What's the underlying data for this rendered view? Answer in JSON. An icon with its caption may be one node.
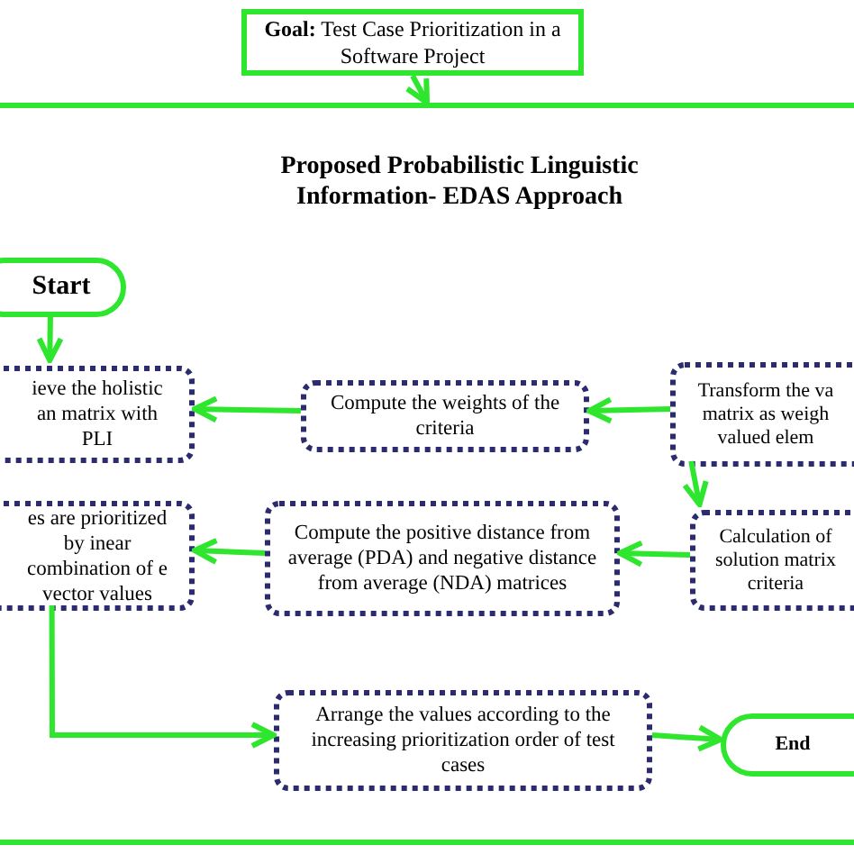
{
  "diagram": {
    "nodes": [
      {
        "text": [
          "**Goal:** Test Case Prioritization in a Software Project"
        ]
      },
      {
        "text": [
          "Proposed Probabilistic Linguistic Information- EDAS Approach"
        ]
      },
      {
        "text": [
          "Start"
        ],
        "in": 1
      },
      {
        "text": [
          "ieve the holistic an matrix with PLI"
        ],
        "in": 1
      },
      {
        "text": [
          "Compute the weights of the criteria"
        ],
        "in": 1
      },
      {
        "text": [
          "Transform the va matrix as weigh valued elem"
        ],
        "in": 1
      },
      {
        "text": [
          "Calculation of solution matrix criteria"
        ],
        "in": 1
      },
      {
        "text": [
          "Compute the positive distance from average (PDA) and negative distance from average (NDA) matrices"
        ],
        "in": 1
      },
      {
        "text": [
          "es are prioritized by inear combination of e vector values"
        ],
        "in": 1
      },
      {
        "text": [
          "Arrange the values according to the increasing prioritization order of test cases"
        ],
        "in": 1
      },
      {
        "text": [
          "End"
        ],
        "in": 1
      }
    ],
    "edges": [
      {
        "from": 0,
        "to": 1,
        "arrow": "to"
      },
      {
        "from": 2,
        "to": 3,
        "arrow": "to"
      },
      {
        "from": 5,
        "to": 4,
        "arrow": "to"
      },
      {
        "from": 4,
        "to": 3,
        "arrow": "to"
      },
      {
        "from": 5,
        "to": 6,
        "arrow": "to"
      },
      {
        "from": 6,
        "to": 7,
        "arrow": "to"
      },
      {
        "from": 7,
        "to": 8,
        "arrow": "to"
      },
      {
        "from": 8,
        "to": 9,
        "arrow": "to"
      },
      {
        "from": 9,
        "to": 10,
        "arrow": "to"
      }
    ]
  }
}
